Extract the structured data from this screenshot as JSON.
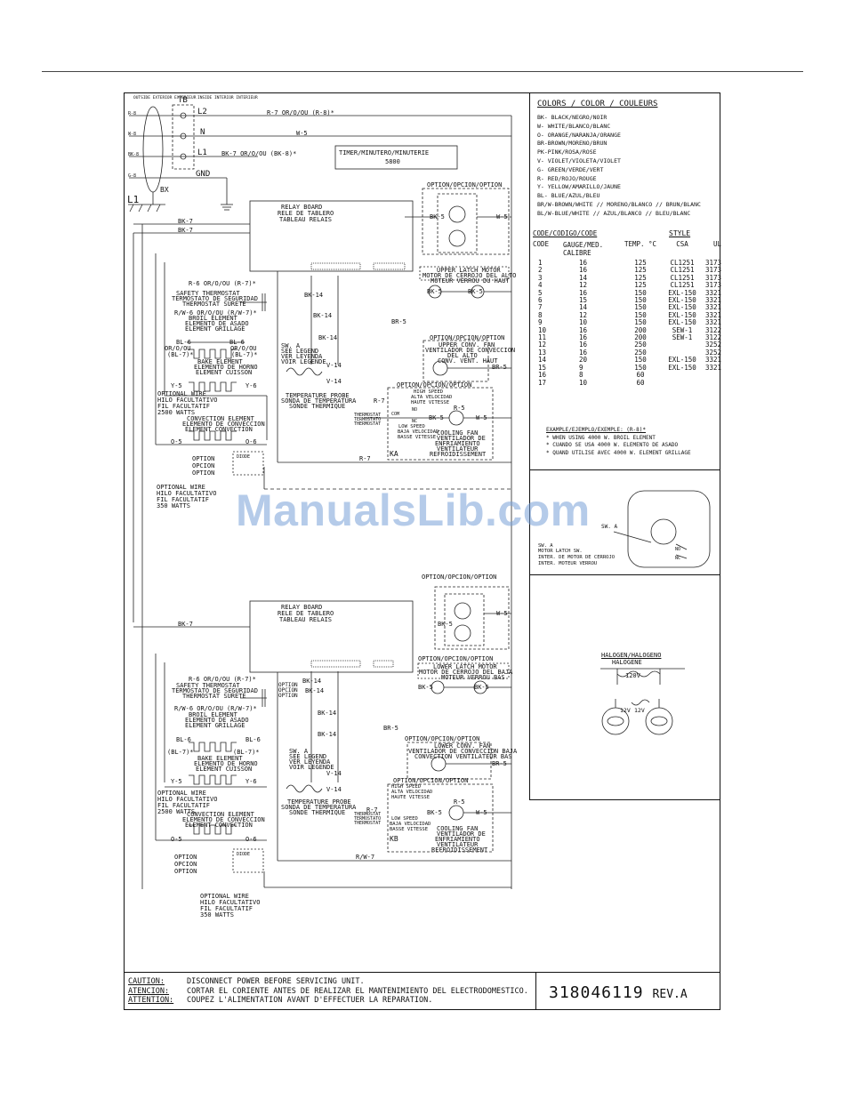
{
  "colors_legend": {
    "title": "COLORS / COLOR / COULEURS",
    "items": [
      "BK- BLACK/NEGRO/NOIR",
      "W- WHITE/BLANCO/BLANC",
      "O- ORANGE/NARANJA/ORANGE",
      "BR-BROWN/MORENO/BRUN",
      "PK-PINK/ROSA/ROSE",
      "V- VIOLET/VIOLETA/VIOLET",
      "G- GREEN/VERDE/VERT",
      "R- RED/ROJO/ROUGE",
      "Y- YELLOW/AMARILLO/JAUNE",
      "BL- BLUE/AZUL/BLEU",
      "BR/W-BROWN/WHITE // MORENO/BLANCO // BRUN/BLANC",
      "BL/W-BLUE/WHITE // AZUL/BLANCO // BLEU/BLANC"
    ]
  },
  "code_table": {
    "title": "CODE/CODIGO/CODE",
    "style_label": "STYLE",
    "headers": [
      "CODE",
      "GAUGE/MED. CALIBRE",
      "TEMP. °C",
      "CSA",
      "UL"
    ],
    "rows": [
      [
        "1",
        "16",
        "125",
        "CL1251",
        "3173"
      ],
      [
        "2",
        "16",
        "125",
        "CL1251",
        "3173"
      ],
      [
        "3",
        "14",
        "125",
        "CL1251",
        "3173"
      ],
      [
        "4",
        "12",
        "125",
        "CL1251",
        "3173"
      ],
      [
        "5",
        "16",
        "150",
        "EXL-150",
        "3321"
      ],
      [
        "6",
        "15",
        "150",
        "EXL-150",
        "3321"
      ],
      [
        "7",
        "14",
        "150",
        "EXL-150",
        "3321"
      ],
      [
        "8",
        "12",
        "150",
        "EXL-150",
        "3321"
      ],
      [
        "9",
        "10",
        "150",
        "EXL-150",
        "3321"
      ],
      [
        "10",
        "16",
        "200",
        "SEW-1",
        "3122"
      ],
      [
        "11",
        "16",
        "200",
        "SEW-1",
        "3122"
      ],
      [
        "12",
        "16",
        "250",
        "",
        "3252"
      ],
      [
        "13",
        "16",
        "250",
        "",
        "3252"
      ],
      [
        "14",
        "20",
        "150",
        "EXL-150",
        "3321"
      ],
      [
        "15",
        "9",
        "150",
        "EXL-150",
        "3321"
      ],
      [
        "16",
        "8",
        "60",
        "",
        ""
      ],
      [
        "17",
        "10",
        "60",
        "",
        ""
      ]
    ]
  },
  "example": {
    "title": "EXAMPLE/EJEMPLO/EXEMPLE: (R-8)*",
    "lines": [
      "* WHEN USING 4000 W. BROIL ELEMENT",
      "* CUANDO SE USA 4000 W. ELEMENTO DE ASADO",
      "* QUAND UTILISE AVEC 4000 W. ELEMENT GRILLAGE"
    ]
  },
  "motor_latch": {
    "sw": "SW. A",
    "lines": [
      "MOTOR LATCH SW.",
      "INTER. DE MOTOR DE CERROJO",
      "INTER. MOTEUR VERROU"
    ],
    "no": "NO",
    "nc": "NC"
  },
  "halogen": {
    "title": "HALOGEN/HALOGENO",
    "subtitle": "HALOGENE",
    "v120": "120V",
    "v12a": "12V",
    "v12b": "12V"
  },
  "power": {
    "outside": "OUTSIDE EXTERIOR EXTERIEUR",
    "inside": "INSIDE INTERIOR INTERIEUR",
    "tb": "TB",
    "l2": "L2",
    "n": "N",
    "l1": "L1",
    "gnd": "GND",
    "bx": "BX",
    "l1_ground": "L1",
    "r8": "R-8",
    "w8": "W-8",
    "bk8": "BK-8",
    "g8": "G-8",
    "wire_r7": "R-7 OR/O/OU (R-8)*",
    "wire_w5": "W-5",
    "wire_bk7": "BK-7 OR/O/OU (BK-8)*",
    "bk7": "BK-7"
  },
  "timer": {
    "line1": "TIMER/MINUTERO/MINUTERIE",
    "line2": "5800"
  },
  "upper": {
    "relay": [
      "RELAY BOARD",
      "RELE DE TABLERO",
      "TABLEAU RELAIS"
    ],
    "option": "OPTION/OPCION/OPTION",
    "latch_motor": [
      "UPPER LATCH MOTOR",
      "MOTOR DE CERROJO DEL ALTO",
      "MOTEUR VERROU DU HAUT"
    ],
    "conv_fan": [
      "UPPER CONV. FAN",
      "VENTILADOR DE CONVECCION",
      "DEL ALTO",
      "CONV. VENT. HAUT"
    ],
    "cooling": [
      "COOLING FAN",
      "VENTILADOR DE",
      "ENFRIAMIENTO",
      "VENTILATEUR",
      "REFROIDISSEMENT"
    ],
    "high_speed": [
      "HIGH SPEED",
      "ALTA VELOCIDAD",
      "HAUTE VITESSE"
    ],
    "low_speed": [
      "LOW SPEED",
      "BAJA VELOCIDAD",
      "BASSE VITESSE"
    ],
    "thermostat": [
      "THERMOSTAT",
      "TERMOSTATO",
      "THERMOSTAT"
    ],
    "safety": [
      "SAFETY THERMOSTAT",
      "TERMOSTATO DE SEGURIDAD",
      "THERMOSTAT SURETE"
    ],
    "broil": [
      "BROIL ELEMENT",
      "ELEMENTO DE ASADO",
      "ELEMENT GRILLAGE"
    ],
    "bake": [
      "BAKE ELEMENT",
      "ELEMENTO DE HORNO",
      "ELEMENT CUISSON"
    ],
    "convection": [
      "CONVECTION ELEMENT",
      "ELEMENTO DE CONVECCION",
      "ELEMENT CONVECTION"
    ],
    "optional_wire": [
      "OPTIONAL WIRE",
      "HILO FACULTATIVO",
      "FIL FACULTATIF",
      "2500 WATTS"
    ],
    "optional_wire2": [
      "OPTIONAL WIRE",
      "HILO FACULTATIVO",
      "FIL FACULTATIF",
      "350 WATTS"
    ],
    "option3": [
      "OPTION",
      "OPCION",
      "OPTION"
    ],
    "sw_a": [
      "SW. A",
      "SEE LEGEND",
      "VER LEYENDA",
      "VOIR LEGENDE"
    ],
    "probe": [
      "TEMPERATURE PROBE",
      "SONDA DE TEMPERATURA",
      "SONDE THERMIQUE"
    ],
    "r6": "R-6 OR/O/OU (R-7)*",
    "rw6": "R/W-6 OR/O/OU (R/W-7)*",
    "bl6": "BL-6",
    "orbl7": "OR/O/OU",
    "bl7": "(BL-7)*",
    "y5": "Y-5",
    "y6": "Y-6",
    "o5": "O-5",
    "o6": "O-6",
    "bk14": "BK-14",
    "v14": "V-14",
    "br5": "BR-5",
    "bk5": "BK-5",
    "w5": "W-5",
    "r5": "R-5",
    "r7": "R-7",
    "ka": "KA",
    "diode": "DIODE",
    "no": "NO",
    "nc": "NC",
    "com": "COM"
  },
  "lower": {
    "relay": [
      "RELAY BOARD",
      "RELE DE TABLERO",
      "TABLEAU RELAIS"
    ],
    "option": "OPTION/OPCION/OPTION",
    "latch_motor": [
      "LOWER LATCH MOTOR",
      "MOTOR DE CERROJO DEL BAJA",
      "MOTEUR VERROU BAS"
    ],
    "conv_fan": [
      "LOWER CONV. FAN",
      "VENTILADOR DE CONVECCION BAJA",
      "CONVECTION VENTILATEUR BAS"
    ],
    "cooling": [
      "COOLING FAN",
      "VENTILADOR DE",
      "ENFRIAMIENTO",
      "VENTILATEUR",
      "REFROIDISSEMENT"
    ],
    "high_speed": [
      "HIGH SPEED",
      "ALTA VELOCIDAD",
      "HAUTE VITESSE"
    ],
    "low_speed": [
      "LOW SPEED",
      "BAJA VELOCIDAD",
      "BASSE VITESSE"
    ],
    "thermostat": [
      "THERMOSTAT",
      "TERMOSTATO",
      "THERMOSTAT"
    ],
    "safety": [
      "SAFETY THERMOSTAT",
      "TERMOSTATO DE SEGURIDAD",
      "THERMOSTAT SURETE"
    ],
    "broil": [
      "BROIL ELEMENT",
      "ELEMENTO DE ASADO",
      "ELEMENT GRILLAGE"
    ],
    "bake": [
      "BAKE ELEMENT",
      "ELEMENTO DE HORNO",
      "ELEMENT CUISSON"
    ],
    "convection": [
      "CONVECTION ELEMENT",
      "ELEMENTO DE CONVECCION",
      "ELEMENT CONVECTION"
    ],
    "optional_wire": [
      "OPTIONAL WIRE",
      "HILO FACULTATIVO",
      "FIL FACULTATIF",
      "2500 WATTS"
    ],
    "optional_wire2": [
      "OPTIONAL WIRE",
      "HILO FACULTATIVO",
      "FIL FACULTATIF",
      "350 WATTS"
    ],
    "option3": [
      "OPTION",
      "OPCION",
      "OPTION"
    ],
    "sw_a": [
      "SW. A",
      "SEE LEGEND",
      "VER LEYENDA",
      "VOIR LEGENDE"
    ],
    "probe": [
      "TEMPERATURE PROBE",
      "SONDA DE TEMPERATURA",
      "SONDE THERMIQUE"
    ],
    "r6": "R-6 OR/O/OU (R-7)*",
    "rw6": "R/W-6 OR/O/OU (R/W-7)*",
    "bl6": "BL-6",
    "bl7": "(BL-7)*",
    "y5": "Y-5",
    "y6": "Y-6",
    "o5": "O-5",
    "o6": "O-6",
    "bk14": "BK-14",
    "v14": "V-14",
    "br5": "BR-5",
    "bk5": "BK-5",
    "w5": "W-5",
    "r5": "R-5",
    "r7": "R-7",
    "rw7": "R/W-7",
    "kb": "KB",
    "diode": "DIODE",
    "bk7": "BK-7",
    "opt_stack": [
      "OPTION",
      "OPCION",
      "OPTION"
    ]
  },
  "caution": {
    "en_key": "CAUTION:",
    "en": "DISCONNECT POWER BEFORE SERVICING UNIT.",
    "es_key": "ATENCION:",
    "es": "CORTAR EL CORIENTE ANTES DE REALIZAR EL MANTENIMIENTO DEL ELECTRODOMESTICO.",
    "fr_key": "ATTENTION:",
    "fr": "COUPEZ L'ALIMENTATION AVANT D'EFFECTUER LA REPARATION."
  },
  "part_number": "318046119",
  "revision": "REV.A",
  "watermark": "ManualsLib.com"
}
